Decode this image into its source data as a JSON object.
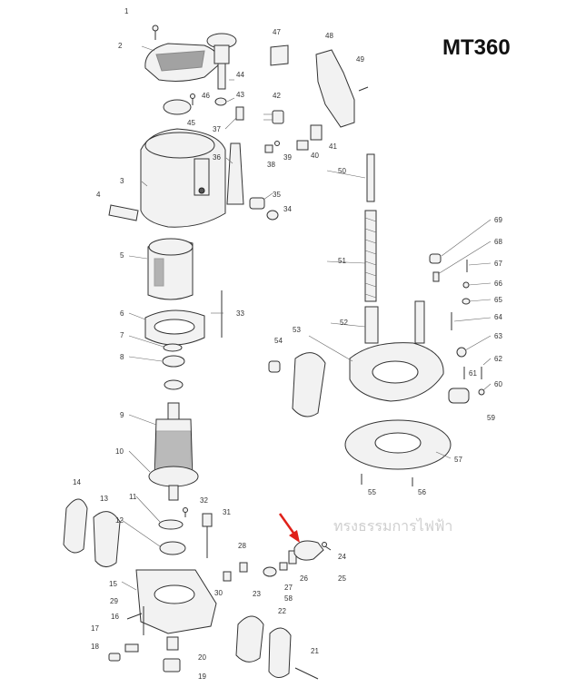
{
  "title": "MT360",
  "watermark": "ทรงธรรมการไฟฟ้า",
  "colors": {
    "arrow": "#e0211a",
    "ink": "#333333"
  },
  "callouts": [
    "1",
    "2",
    "3",
    "4",
    "5",
    "6",
    "7",
    "8",
    "9",
    "10",
    "11",
    "12",
    "13",
    "14",
    "15",
    "16",
    "17",
    "18",
    "19",
    "20",
    "21",
    "22",
    "23",
    "24",
    "25",
    "26",
    "27",
    "28",
    "29",
    "30",
    "31",
    "32",
    "33",
    "34",
    "35",
    "36",
    "37",
    "38",
    "39",
    "40",
    "41",
    "42",
    "43",
    "44",
    "45",
    "46",
    "47",
    "48",
    "49",
    "50",
    "51",
    "52",
    "53",
    "54",
    "55",
    "56",
    "57",
    "58",
    "59",
    "60",
    "61",
    "62",
    "63",
    "64",
    "65",
    "66",
    "67",
    "68",
    "69"
  ],
  "highlight": {
    "part": "25",
    "icon": "red-arrow-icon"
  }
}
